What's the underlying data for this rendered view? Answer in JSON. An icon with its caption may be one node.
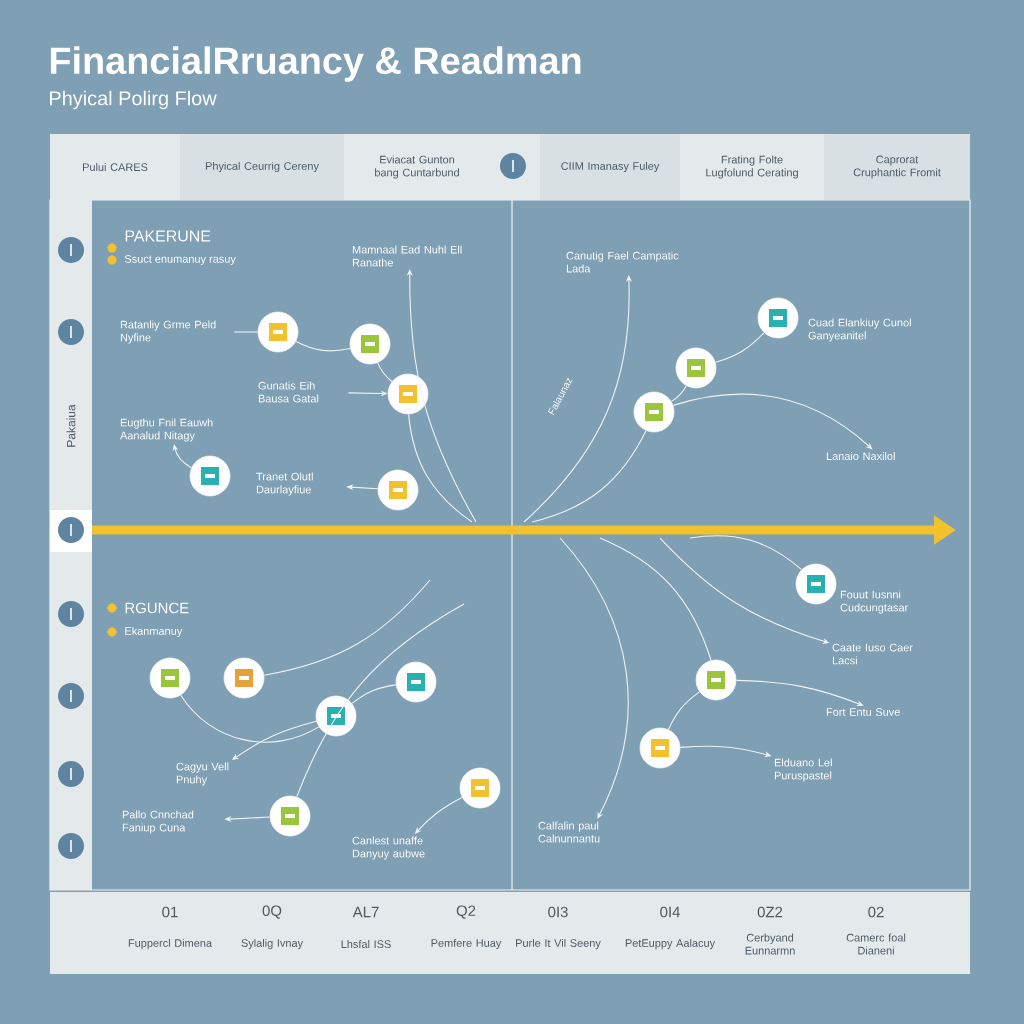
{
  "diagram": {
    "title": "FinancialRruancy & Readman",
    "nodes": [
      {
        "text": [
          "Pului CARES"
        ]
      },
      {
        "text": [
          "Phyical Ceurrig Cereny"
        ]
      },
      {
        "text": [
          "Eviacat Gunton bang Cuntarbund"
        ]
      },
      {
        "text": [
          "CIIM Imanasy Fuley"
        ]
      },
      {
        "text": [
          "Frating Folte Lugfolund Cerating"
        ]
      },
      {
        "text": [
          "Caprorat Cruphantic Fromit"
        ]
      },
      {
        "text": [
          "Mamnaal Ead Nuhl Ell Ranathe"
        ]
      },
      {
        "text": [
          "Ratanliy Grme Peld Nyfine"
        ]
      },
      {
        "text": [],
        "shape": "circle"
      },
      {
        "text": [],
        "shape": "circle"
      },
      {
        "text": [
          "Gunatis Eih Bausa Gatal"
        ]
      },
      {
        "text": [],
        "shape": "circle"
      },
      {
        "text": [
          "Eugthu Fnil Eauwh Aanalud Nitagy"
        ]
      },
      {
        "text": [],
        "shape": "circle"
      },
      {
        "text": [
          "Tranet Olutl Daurlayfiue"
        ]
      },
      {
        "text": [],
        "shape": "circle"
      },
      {
        "text": [
          "Canutig Fael Campatic Lada"
        ]
      },
      {
        "text": [],
        "shape": "circle"
      },
      {
        "text": [
          "Cuad Elankiuy Cunol Ganyeanitel"
        ]
      },
      {
        "text": [],
        "shape": "circle"
      },
      {
        "text": [],
        "shape": "circle"
      },
      {
        "text": [
          "Lanaio Naxilol"
        ]
      },
      {
        "text": [],
        "shape": "circle"
      },
      {
        "text": [],
        "shape": "circle"
      },
      {
        "text": [],
        "shape": "circle"
      },
      {
        "text": [],
        "shape": "circle"
      },
      {
        "text": [
          "Cagyu Vell Pnuhy"
        ]
      },
      {
        "text": [],
        "shape": "circle"
      },
      {
        "text": [
          "Pallo Cnnchad Faniup Cuna"
        ]
      },
      {
        "text": [],
        "shape": "circle"
      },
      {
        "text": [
          "Canlest unaffe Danyuy aubwe"
        ]
      },
      {
        "text": [],
        "shape": "circle"
      },
      {
        "text": [
          "Fouut Iusnni Cudcungtasar"
        ]
      },
      {
        "text": [
          "Caate Iuso Caer Lacsi"
        ]
      },
      {
        "text": [],
        "shape": "circle"
      },
      {
        "text": [
          "Fort Entu Suve"
        ]
      },
      {
        "text": [],
        "shape": "circle"
      },
      {
        "text": [
          "Elduano Lel Puruspastel"
        ]
      },
      {
        "text": [
          "Calfalin paul Calnunnantu"
        ]
      }
    ],
    "edges": [
      {
        "from": null,
        "to": 6,
        "arrow": "to"
      },
      {
        "from": 7,
        "to": 8,
        "arrow": "none"
      },
      {
        "from": 8,
        "to": 9,
        "arrow": "none"
      },
      {
        "from": 9,
        "to": 11,
        "arrow": "none"
      },
      {
        "from": 10,
        "to": 11,
        "arrow": "to"
      },
      {
        "from": 13,
        "to": 12,
        "arrow": "to"
      },
      {
        "from": 15,
        "to": 14,
        "arrow": "to"
      },
      {
        "from": null,
        "to": 16,
        "arrow": "to"
      },
      {
        "from": 20,
        "to": 19,
        "arrow": "none"
      },
      {
        "from": 19,
        "to": 17,
        "arrow": "none"
      },
      {
        "from": null,
        "to": 20,
        "arrow": "none"
      },
      {
        "from": 20,
        "to": 21,
        "arrow": "to"
      },
      {
        "from": 22,
        "to": 24,
        "arrow": "none"
      },
      {
        "from": 24,
        "to": 25,
        "arrow": "none"
      },
      {
        "from": 24,
        "to": 26,
        "arrow": "to"
      },
      {
        "from": 27,
        "to": 28,
        "arrow": "to"
      },
      {
        "from": 29,
        "to": 30,
        "arrow": "to"
      },
      {
        "from": null,
        "to": 23,
        "arrow": "none"
      },
      {
        "from": null,
        "to": 27,
        "arrow": "none"
      },
      {
        "from": null,
        "to": 31,
        "arrow": "none"
      },
      {
        "from": null,
        "to": 33,
        "arrow": "to"
      },
      {
        "from": null,
        "to": 34,
        "arrow": "none"
      },
      {
        "from": 34,
        "to": 35,
        "arrow": "to"
      },
      {
        "from": 34,
        "to": 36,
        "arrow": "none"
      },
      {
        "from": 36,
        "to": 37,
        "arrow": "to"
      },
      {
        "from": null,
        "to": 38,
        "arrow": "to"
      },
      {
        "from": 11,
        "to": null,
        "arrow": "none"
      }
    ],
    "labels": [
      "Phyical Polirg Flow",
      "Pakaiua",
      "PAKERUNE",
      "Ssuct enumanuy rasuy",
      "Falaunaz",
      "RGUNCE",
      "Ekanmanuy",
      "01",
      "Fuppercl Dimena",
      "0Q",
      "Sylalig Ivnay",
      "AL7",
      "Lhsfal ISS",
      "Q2",
      "Pemfere Huay",
      "0I3",
      "Purle It Vil Seeny",
      "0I4",
      "PetEuppy Aalacuy",
      "0Z2",
      "Cerbyand Eunnarmn",
      "02",
      "Camerc foal Dianeni"
    ]
  }
}
